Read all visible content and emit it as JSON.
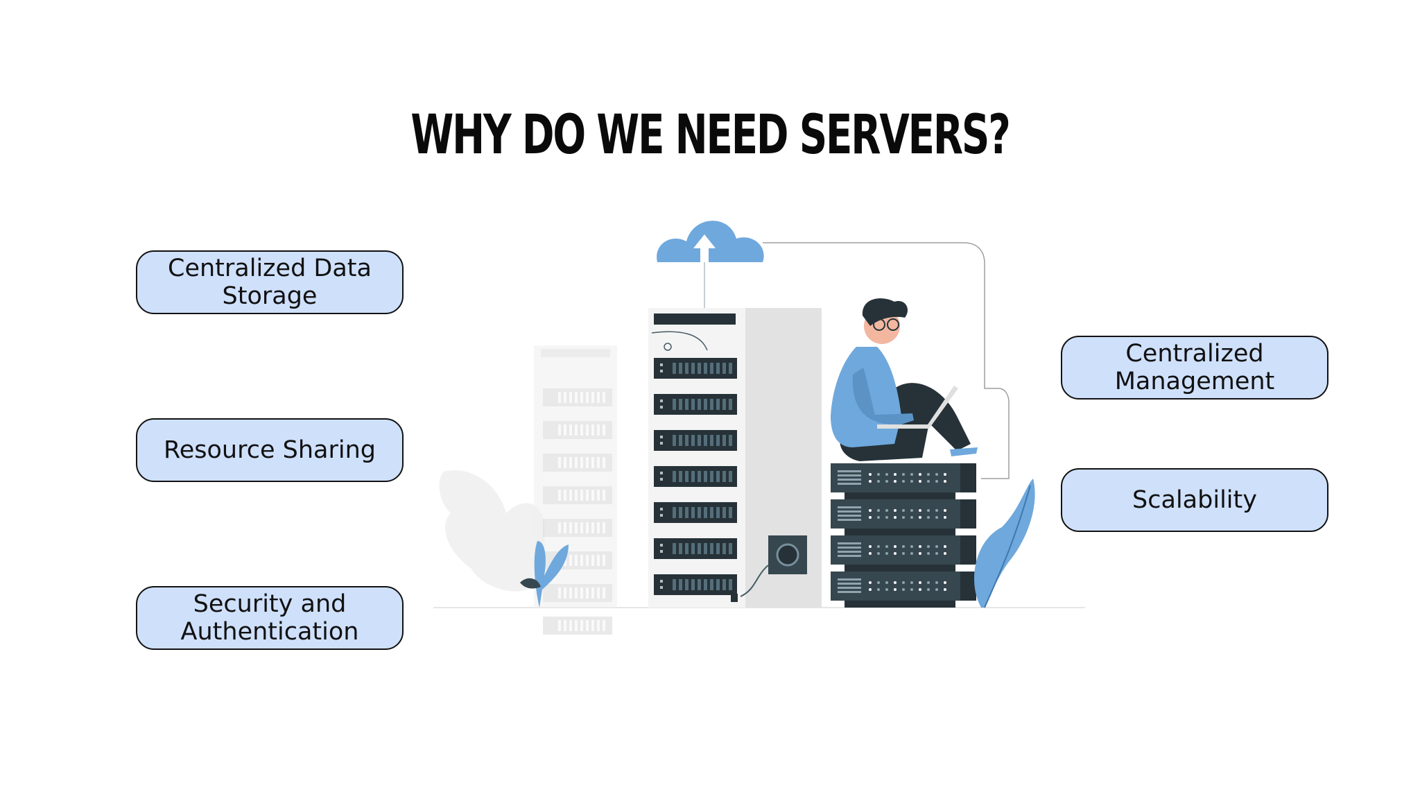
{
  "title": "WHY DO WE NEED SERVERS?",
  "boxes": {
    "left": [
      {
        "label": "Centralized Data Storage"
      },
      {
        "label": "Resource Sharing"
      },
      {
        "label": "Security and Authentication"
      }
    ],
    "right": [
      {
        "label": "Centralized Management"
      },
      {
        "label": "Scalability"
      }
    ]
  },
  "colors": {
    "box_fill": "#cfe0fb",
    "box_border": "#111111",
    "accent_blue": "#6fa8dc",
    "server_dark": "#37474f"
  },
  "illustration": {
    "icons": [
      "cloud-upload-icon",
      "server-rack-icon",
      "person-with-laptop-icon",
      "plant-icon"
    ]
  }
}
